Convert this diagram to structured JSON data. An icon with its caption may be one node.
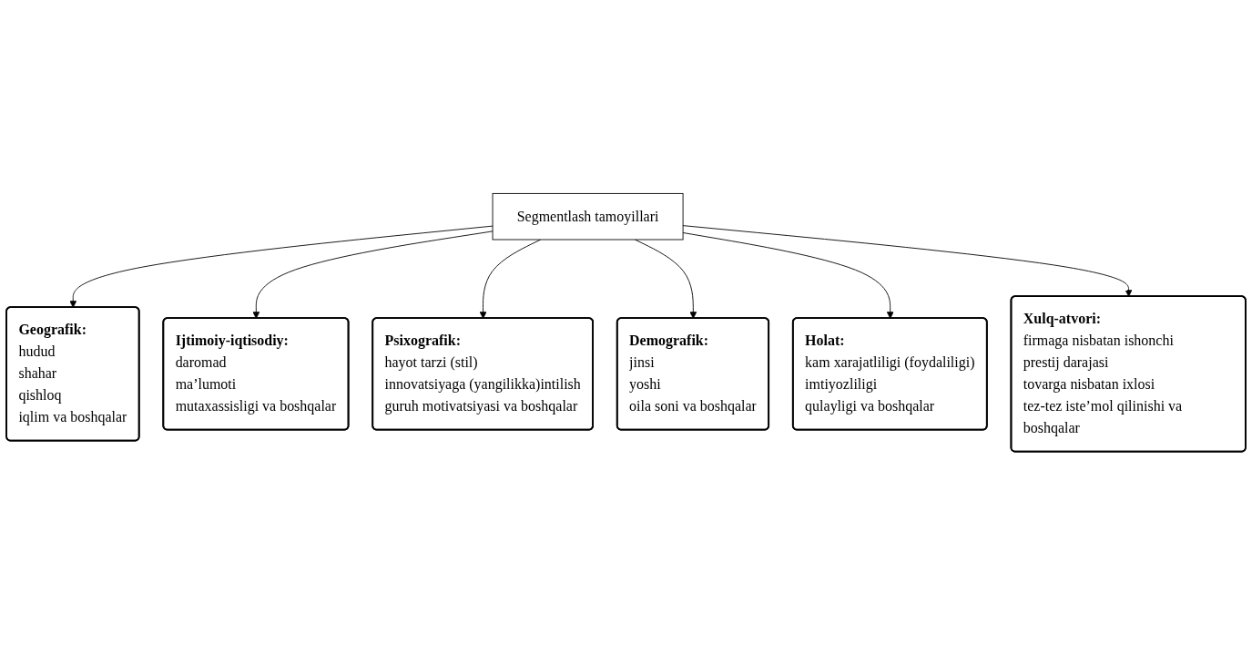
{
  "diagram": {
    "nodes": [
      {
        "text": [
          "Geografik:",
          "hudud",
          "shahar",
          "qishloq",
          "iqlim va boshqalar"
        ]
      },
      {
        "text": [
          "Ijtimoiy-iqtisodiy:",
          "daromad",
          "ma’lumoti",
          "mutaxassisligi va boshqalar"
        ]
      },
      {
        "text": [
          "Psixografik:",
          "hayot tarzi (stil)",
          "innovatsiyaga (yangilikka)intilish",
          "guruh motivatsiyasi va boshqalar"
        ]
      },
      {
        "text": [
          "Segmentlash tamoyillari"
        ]
      },
      {
        "text": [
          "Demografik:",
          "jinsi",
          "yoshi",
          "oila soni va boshqalar"
        ]
      },
      {
        "text": [
          "Holat:",
          "kam xarajatliligi (foydaliligi)",
          "imtiyozliligi",
          "qulayligi va boshqalar"
        ]
      },
      {
        "text": [
          "Xulq-atvori:",
          "firmaga nisbatan ishonchi",
          "prestij darajasi",
          "tovarga nisbatan ixlosi",
          "tez-tez iste’mol qilinishi va boshqalar"
        ]
      }
    ],
    "edges": [
      {
        "from": 3,
        "to": 0,
        "arrow": "to"
      },
      {
        "from": 3,
        "to": 1,
        "arrow": "to"
      },
      {
        "from": 3,
        "to": 2,
        "arrow": "to"
      },
      {
        "from": 3,
        "to": 4,
        "arrow": "to"
      },
      {
        "from": 3,
        "to": 5,
        "arrow": "to"
      },
      {
        "from": 3,
        "to": 6,
        "arrow": "to"
      }
    ]
  }
}
